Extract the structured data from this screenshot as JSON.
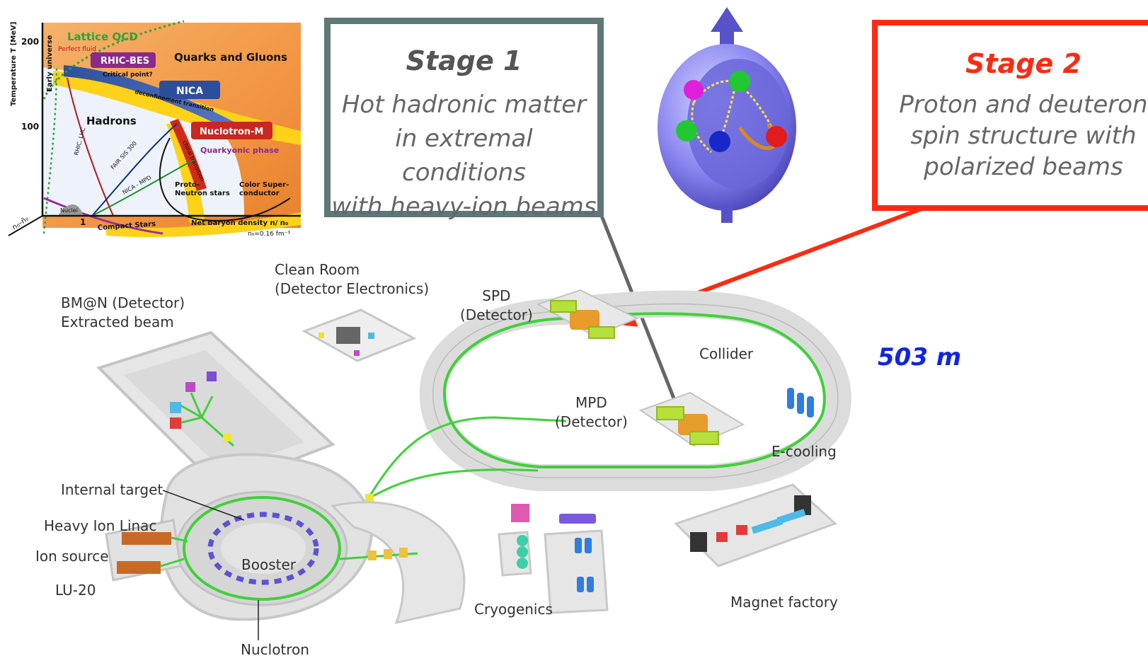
{
  "phase_diagram": {
    "y_axis_label": "Temperature T [MeV]",
    "y_tick_200": "200",
    "y_tick_100": "100",
    "x_tick_1": "1",
    "corner_axis_label": "n₀–n̄₀",
    "lattice_qcd": "Lattice QCD",
    "perfect_fluid": "Perfect fluid",
    "early_universe": "Early universe",
    "rhic_bes": "RHIC-BES",
    "critical_point": "Critical point?",
    "quarks_and_gluons": "Quarks and Gluons",
    "nica": "NICA",
    "deconfinement_transition": "deconfinement transition",
    "hadrons": "Hadrons",
    "nuclotron_m": "Nuclotron-M",
    "chiral_transition": "chiral transition",
    "quarkyonic_phase": "Quarkyonic phase",
    "rhic_lhc": "RHIC, LHC",
    "fair_sis": "FAIR SIS 300",
    "nica_mpd": "NICA - MPD",
    "proto_neutron_1": "Proto-",
    "proto_neutron_2": "Neutron stars",
    "color_super_1": "Color Super-",
    "color_super_2": "conductor",
    "nuclei": "Nuclei",
    "compact_stars": "Compact Stars",
    "net_baryon": "Net baryon density n/ n₀",
    "n0_value": "n₀=0.16 fm⁻³"
  },
  "stage1": {
    "title": "Stage 1",
    "line1": "Hot hadronic matter",
    "line2": "in extremal conditions",
    "line3": "with heavy-ion beams"
  },
  "stage2": {
    "title": "Stage 2",
    "line1": "Proton and deuteron",
    "line2": "spin structure with",
    "line3": "polarized beams"
  },
  "distance": "503 m",
  "labels": {
    "clean_room_1": "Clean Room",
    "clean_room_2": "(Detector Electronics)",
    "bmn_1": "BM@N (Detector)",
    "bmn_2": "Extracted beam",
    "spd_1": "SPD",
    "spd_2": "(Detector)",
    "collider": "Collider",
    "mpd_1": "MPD",
    "mpd_2": "(Detector)",
    "e_cooling": "E-cooling",
    "internal_target": "Internal target",
    "heavy_ion_linac": "Heavy Ion Linac",
    "ion_source": "Ion source",
    "lu20": "LU-20",
    "booster": "Booster",
    "nuclotron": "Nuclotron",
    "cryogenics": "Cryogenics",
    "magnet_factory": "Magnet factory"
  },
  "colors": {
    "stage1_border": "#5e7777",
    "stage2_border": "#ff2a12",
    "distance": "#1024e8",
    "beamline": "#3fd13a",
    "platform": "#d9d9d9"
  }
}
